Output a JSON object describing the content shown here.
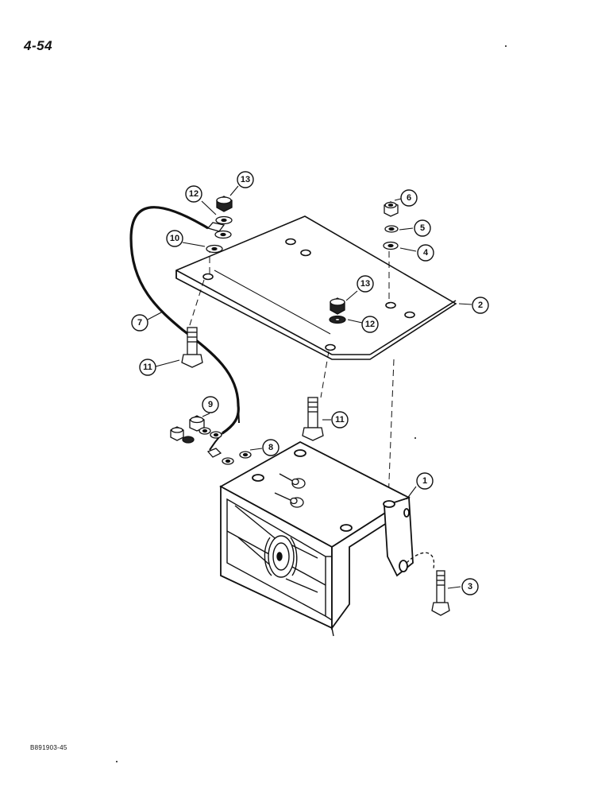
{
  "page": {
    "number": "4-54",
    "document_code": "B891903-45"
  },
  "callouts": [
    {
      "id": "c1",
      "label": "1"
    },
    {
      "id": "c2",
      "label": "2"
    },
    {
      "id": "c3",
      "label": "3"
    },
    {
      "id": "c4",
      "label": "4"
    },
    {
      "id": "c5",
      "label": "5"
    },
    {
      "id": "c6",
      "label": "6"
    },
    {
      "id": "c7",
      "label": "7"
    },
    {
      "id": "c8",
      "label": "8"
    },
    {
      "id": "c9",
      "label": "9"
    },
    {
      "id": "c10",
      "label": "10"
    },
    {
      "id": "c11a",
      "label": "11"
    },
    {
      "id": "c11b",
      "label": "11"
    },
    {
      "id": "c12a",
      "label": "12"
    },
    {
      "id": "c12b",
      "label": "12"
    },
    {
      "id": "c13a",
      "label": "13"
    },
    {
      "id": "c13b",
      "label": "13"
    }
  ]
}
